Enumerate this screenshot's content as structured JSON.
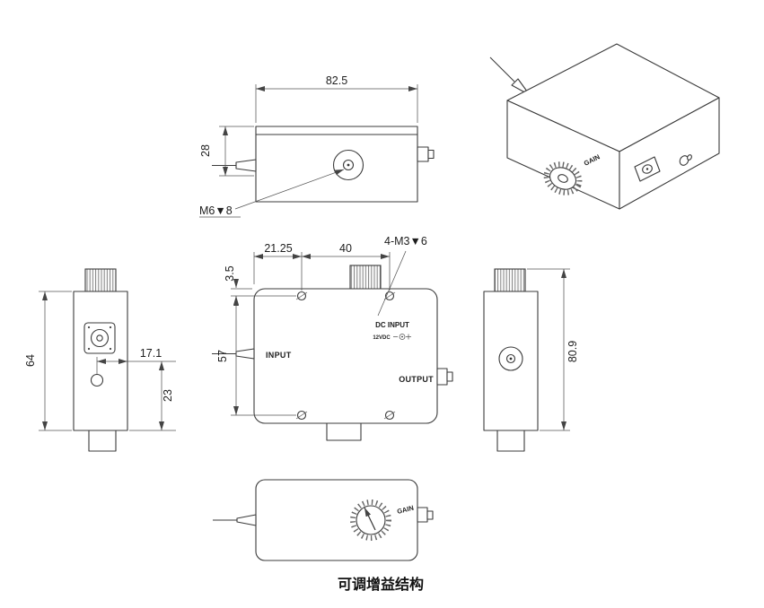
{
  "caption": "可调增益结构",
  "top_view": {
    "width": "82.5",
    "height": "28",
    "hole": "M6▼8"
  },
  "front_view": {
    "dim_left": "21.25",
    "dim_mid": "40",
    "holes": "4-M3▼6",
    "dim_edge": "3.5",
    "dim_vertical": "57",
    "input_label": "INPUT",
    "output_label": "OUTPUT",
    "dc_label": "DC INPUT",
    "dc_voltage": "12VDC"
  },
  "left_view": {
    "height": "64",
    "offset_x": "17.1",
    "offset_y": "23"
  },
  "right_view": {
    "height": "80.9"
  },
  "bottom_view": {
    "gain_label": "GAIN"
  },
  "iso_view": {
    "gain_label": "GAIN"
  }
}
